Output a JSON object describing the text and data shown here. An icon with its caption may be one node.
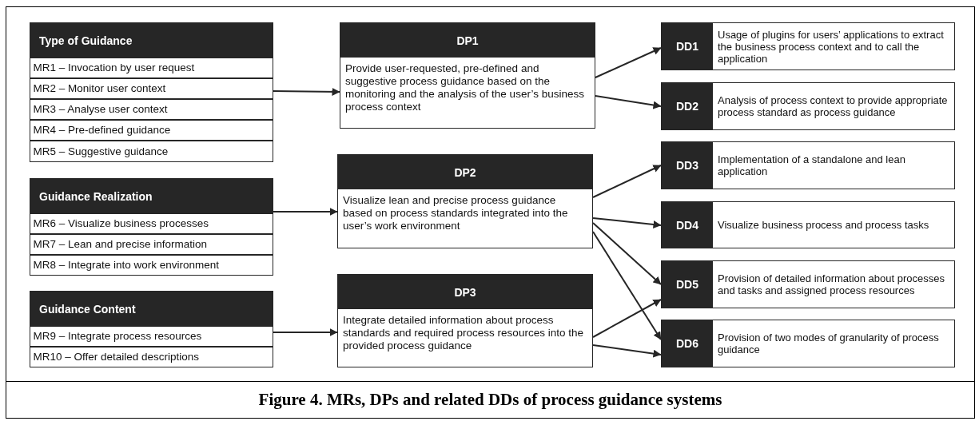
{
  "diagram": {
    "caption": "Figure 4. MRs, DPs and related DDs of process guidance systems",
    "nodes": [
      {
        "text": [
          "Type of Guidance"
        ]
      },
      {
        "text": [
          "MR1 – Invocation by user request"
        ],
        "in": 0
      },
      {
        "text": [
          "MR2 – Monitor user context"
        ],
        "in": 0
      },
      {
        "text": [
          "MR3 – Analyse user context"
        ],
        "in": 0
      },
      {
        "text": [
          "MR4 – Pre-defined guidance"
        ],
        "in": 0
      },
      {
        "text": [
          "MR5 – Suggestive guidance"
        ],
        "in": 0
      },
      {
        "text": [
          "Guidance Realization"
        ]
      },
      {
        "text": [
          "MR6 – Visualize business processes"
        ],
        "in": 6
      },
      {
        "text": [
          "MR7 – Lean and precise information"
        ],
        "in": 6
      },
      {
        "text": [
          "MR8 – Integrate into work environment"
        ],
        "in": 6
      },
      {
        "text": [
          "Guidance Content"
        ]
      },
      {
        "text": [
          "MR9 – Integrate process resources"
        ],
        "in": 10
      },
      {
        "text": [
          "MR10 – Offer detailed descriptions"
        ],
        "in": 10
      },
      {
        "text": [
          "DP1",
          "Provide user-requested, pre-defined and suggestive process guidance based on the monitoring and the analysis of the user’s business process context"
        ]
      },
      {
        "text": [
          "DP2",
          "Visualize lean and precise process guidance based on process standards integrated into the user’s work environment"
        ]
      },
      {
        "text": [
          "DP3",
          "Integrate detailed information about process standards and required process resources into the provided process guidance"
        ]
      },
      {
        "text": [
          "DD1",
          "Usage of plugins for users’ applications to extract the business process context and to call the application"
        ]
      },
      {
        "text": [
          "DD2",
          "Analysis of process context to provide appropriate process standard as process guidance"
        ]
      },
      {
        "text": [
          "DD3",
          "Implementation of a standalone and lean application"
        ]
      },
      {
        "text": [
          "DD4",
          "Visualize business process and process tasks"
        ]
      },
      {
        "text": [
          "DD5",
          "Provision of detailed information about processes and tasks and assigned process resources"
        ]
      },
      {
        "text": [
          "DD6",
          "Provision of two modes of granularity of process guidance"
        ]
      }
    ],
    "edges": [
      {
        "from": 0,
        "to": 13,
        "arrow": "to"
      },
      {
        "from": 6,
        "to": 14,
        "arrow": "to"
      },
      {
        "from": 10,
        "to": 15,
        "arrow": "to"
      },
      {
        "from": 13,
        "to": 16,
        "arrow": "to"
      },
      {
        "from": 13,
        "to": 17,
        "arrow": "to"
      },
      {
        "from": 14,
        "to": 18,
        "arrow": "to"
      },
      {
        "from": 14,
        "to": 19,
        "arrow": "to"
      },
      {
        "from": 14,
        "to": 20,
        "arrow": "to"
      },
      {
        "from": 14,
        "to": 21,
        "arrow": "to"
      },
      {
        "from": 15,
        "to": 20,
        "arrow": "to"
      },
      {
        "from": 15,
        "to": 21,
        "arrow": "to"
      }
    ]
  }
}
